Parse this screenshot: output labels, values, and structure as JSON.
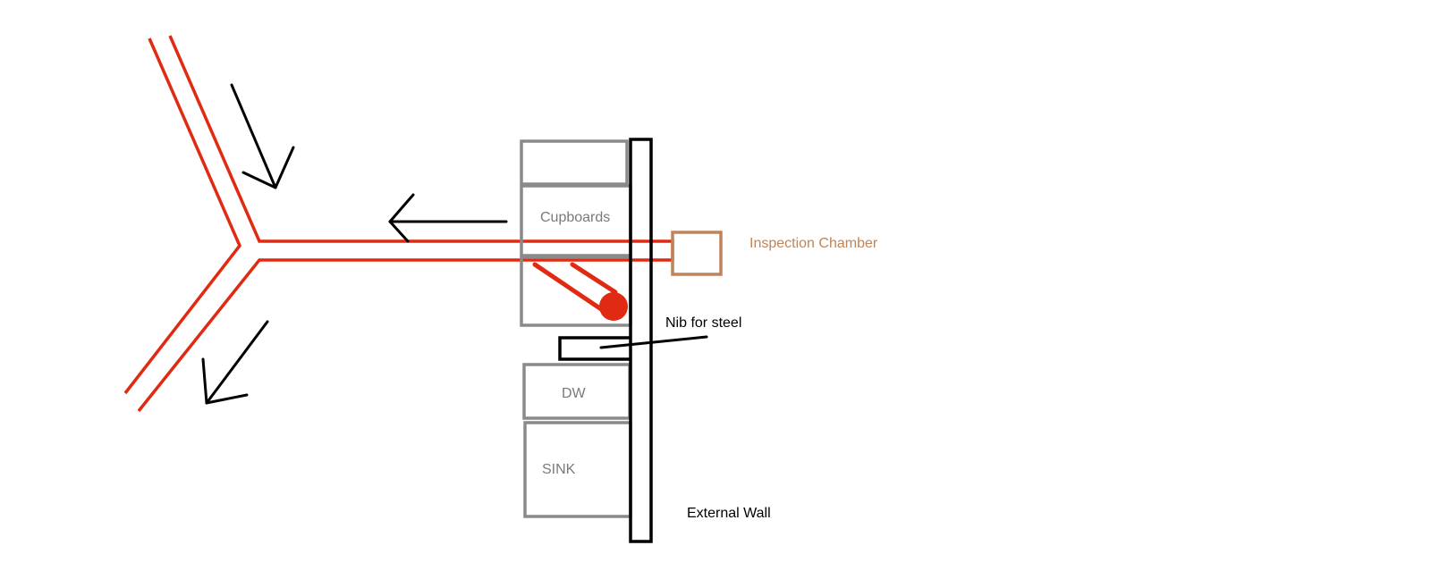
{
  "labels": {
    "cupboards": "Cupboards",
    "inspection_chamber": "Inspection Chamber",
    "nib": "Nib for steel",
    "dw": "DW",
    "sink": "SINK",
    "external_wall": "External Wall"
  },
  "colors": {
    "pipe": "#e02a12",
    "cabinet": "#8a8a8a",
    "chamber": "#c0845a",
    "wall": "#000000",
    "arrow": "#000000",
    "cabinet_text": "#7a7a7a",
    "chamber_text": "#c0845a",
    "text": "#000000"
  }
}
